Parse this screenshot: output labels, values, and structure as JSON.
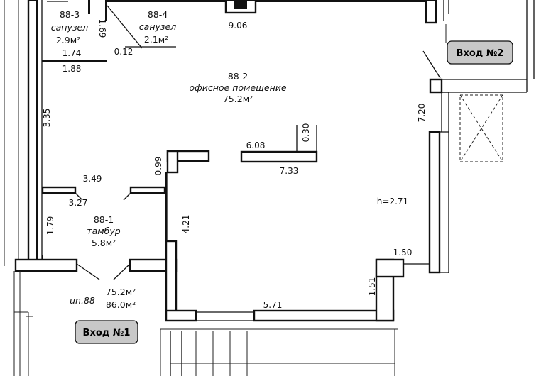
{
  "rooms": {
    "r88_3": {
      "number": "88-3",
      "name": "санузел",
      "area": "2.9м²"
    },
    "r88_4": {
      "number": "88-4",
      "name": "санузел",
      "area": "2.1м²"
    },
    "r88_2": {
      "number": "88-2",
      "name": "офисное помещение",
      "area": "75.2м²"
    },
    "r88_1": {
      "number": "88-1",
      "name": "тамбур",
      "area": "5.8м²"
    }
  },
  "dimensions": {
    "d906": "9.06",
    "d169": "1.69",
    "d012": "0.12",
    "d174": "1.74",
    "d188": "1.88",
    "d335": "3.35",
    "d030": "0.30",
    "d608": "6.08",
    "d733": "7.33",
    "d099": "0.99",
    "d349": "3.49",
    "d327": "3.27",
    "d179": "1.79",
    "d421": "4.21",
    "d720": "7.20",
    "d150": "1.50",
    "d151": "1.51",
    "d571": "5.71"
  },
  "ceiling_height": "h=2.71",
  "unit_summary": {
    "label": "un.88",
    "area_main": "75.2м²",
    "area_total": "86.0м²"
  },
  "entrances": {
    "entry1": "Вход №1",
    "entry2": "Вход №2"
  }
}
